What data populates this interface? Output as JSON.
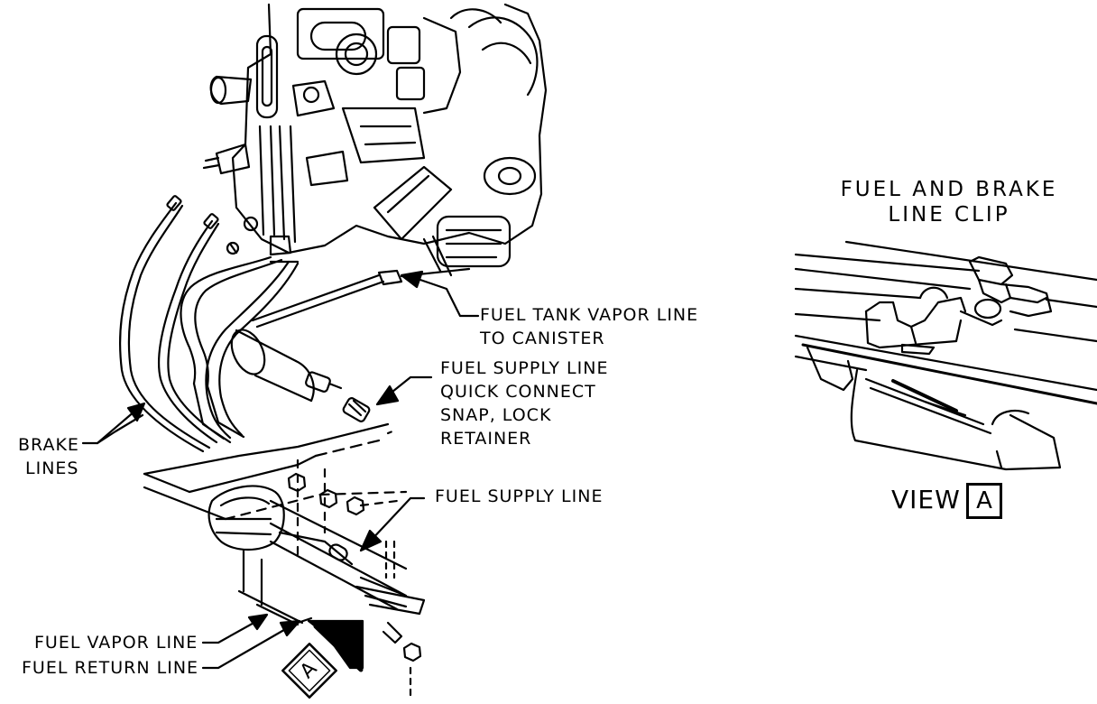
{
  "labels": {
    "fuel_tank_vapor_line": [
      "FUEL TANK VAPOR LINE",
      "TO CANISTER"
    ],
    "fuel_supply_quick_connect": [
      "FUEL SUPPLY LINE",
      "QUICK CONNECT",
      "SNAP, LOCK",
      "RETAINER"
    ],
    "fuel_supply_line": "FUEL SUPPLY LINE",
    "brake_lines": [
      "BRAKE",
      "LINES"
    ],
    "fuel_vapor_line": "FUEL VAPOR LINE",
    "fuel_return_line": "FUEL RETURN LINE"
  },
  "view_detail": {
    "title": [
      "FUEL AND BRAKE",
      "LINE CLIP"
    ],
    "view_word": "VIEW",
    "view_letter": "A"
  },
  "view_marker_letter": "A",
  "colors": {
    "ink": "#000000",
    "paper": "#ffffff"
  }
}
